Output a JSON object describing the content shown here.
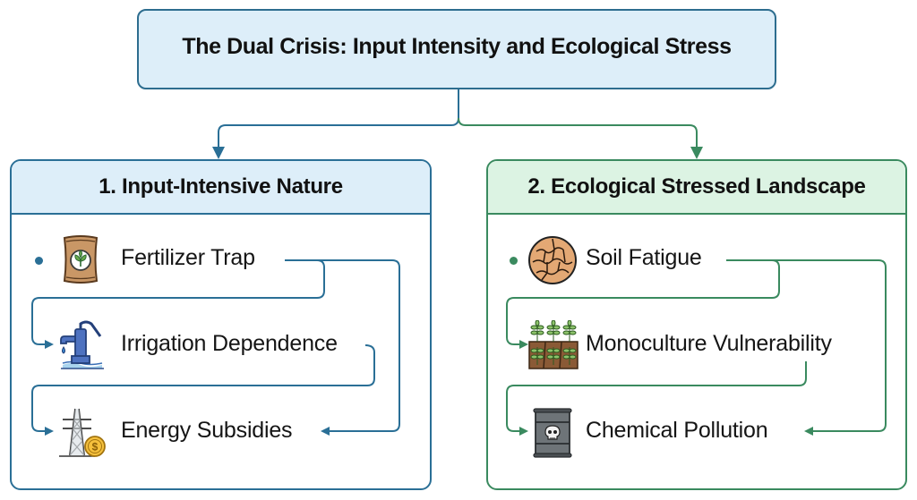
{
  "title": "The Dual Crisis: Input Intensity and Ecological Stress",
  "colors": {
    "blue": "#2a6f96",
    "green": "#3a8a5f",
    "blue_fill": "#ddeef9",
    "green_fill": "#dcf3e3"
  },
  "panels": [
    {
      "heading": "1. Input-Intensive Nature",
      "items": [
        {
          "label": "Fertilizer Trap",
          "icon": "fertilizer-bag-icon"
        },
        {
          "label": "Irrigation Dependence",
          "icon": "water-pump-icon"
        },
        {
          "label": "Energy Subsidies",
          "icon": "power-tower-coin-icon"
        }
      ]
    },
    {
      "heading": "2. Ecological Stressed Landscape",
      "items": [
        {
          "label": "Soil Fatigue",
          "icon": "cracked-soil-icon"
        },
        {
          "label": "Monoculture Vulnerability",
          "icon": "crop-rows-icon"
        },
        {
          "label": "Chemical Pollution",
          "icon": "toxic-barrel-icon"
        }
      ]
    }
  ]
}
